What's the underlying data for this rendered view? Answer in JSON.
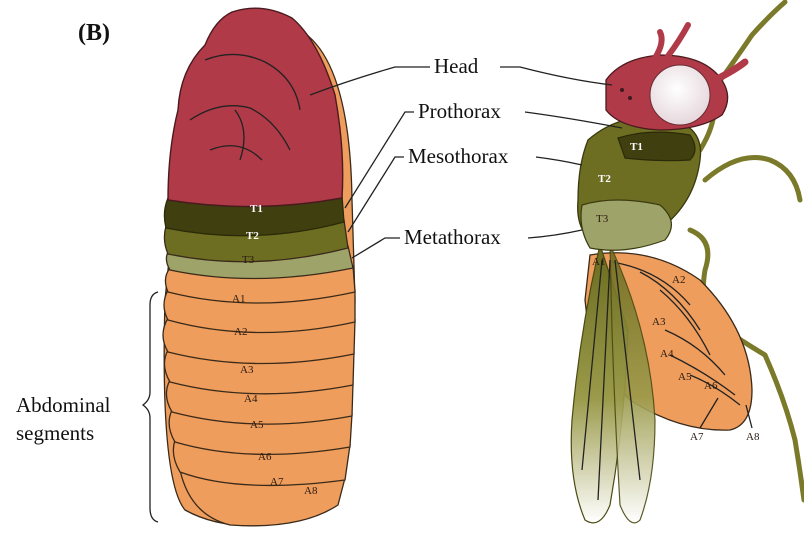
{
  "panel_label": "(B)",
  "callouts": {
    "head": "Head",
    "prothorax": "Prothorax",
    "mesothorax": "Mesothorax",
    "metathorax": "Metathorax",
    "abdominal_line1": "Abdominal",
    "abdominal_line2": "segments"
  },
  "larva_segments": {
    "t1": "T1",
    "t2": "T2",
    "t3": "T3",
    "a1": "A1",
    "a2": "A2",
    "a3": "A3",
    "a4": "A4",
    "a5": "A5",
    "a6": "A6",
    "a7": "A7",
    "a8": "A8"
  },
  "adult_segments": {
    "t1": "T1",
    "t2": "T2",
    "t3": "T3",
    "a1": "A1",
    "a2": "A2",
    "a3": "A3",
    "a4": "A4",
    "a5": "A5",
    "a6": "A6",
    "a7": "A7",
    "a8": "A8"
  },
  "colors": {
    "head": "#b03a48",
    "t1": "#3f3f10",
    "t2": "#6e6e22",
    "t3": "#9ea469",
    "abdomen": "#ee9d5c",
    "wing": "#7a7a2a"
  }
}
